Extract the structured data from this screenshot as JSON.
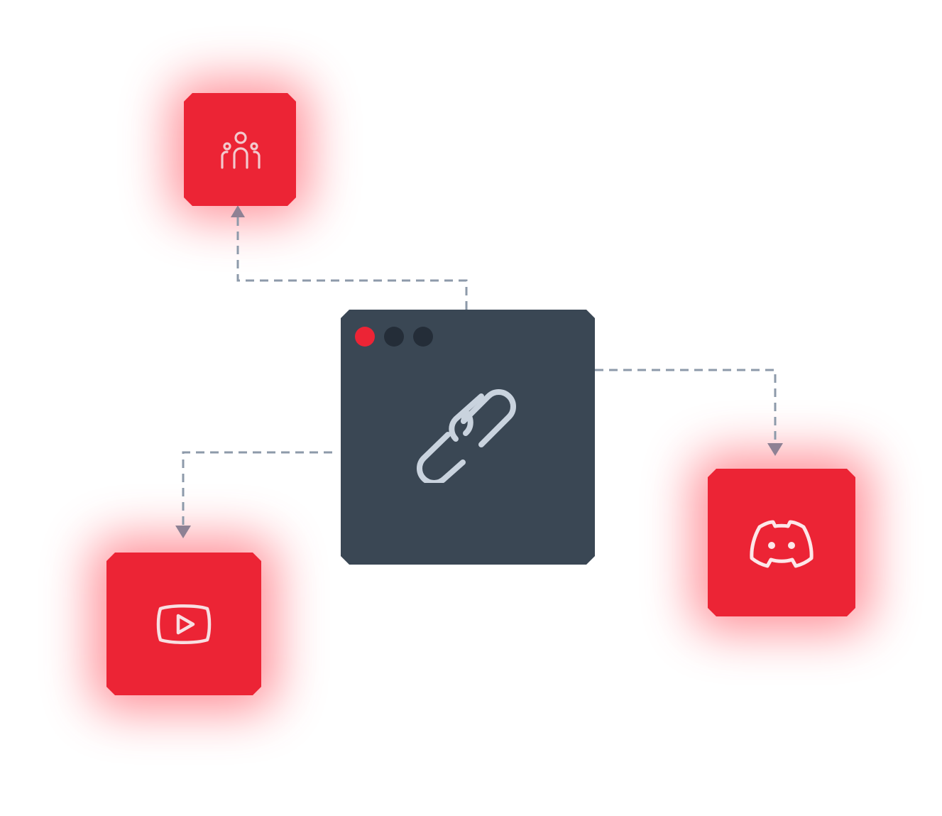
{
  "diagram": {
    "hub": {
      "icon": "link-icon",
      "window_dots": [
        {
          "name": "close-dot",
          "color": "#ec2435"
        },
        {
          "name": "minimize-dot",
          "color": "#242d38"
        },
        {
          "name": "maximize-dot",
          "color": "#242d38"
        }
      ],
      "color": "#3a4754"
    },
    "nodes": [
      {
        "name": "community-node",
        "icon": "community-icon",
        "color": "#ec2435"
      },
      {
        "name": "youtube-node",
        "icon": "youtube-icon",
        "color": "#ec2435"
      },
      {
        "name": "discord-node",
        "icon": "discord-icon",
        "color": "#ec2435"
      }
    ],
    "connectors": {
      "line_color": "#8d9aaa",
      "arrow_color": "#8e8194"
    }
  }
}
